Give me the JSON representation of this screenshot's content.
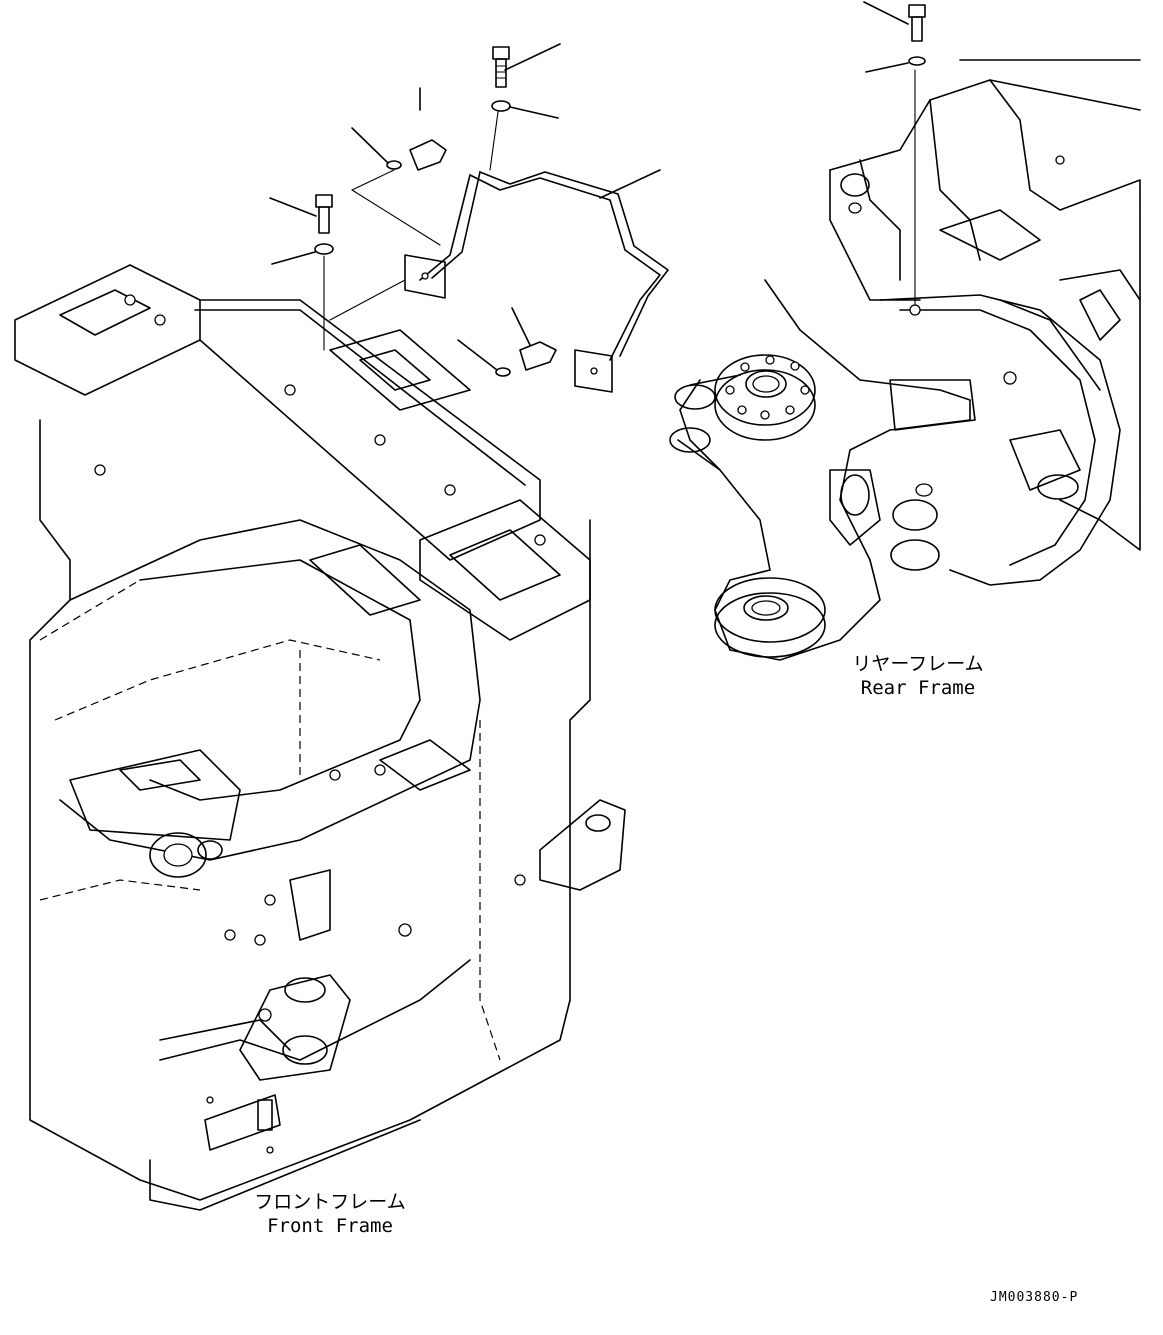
{
  "labels": {
    "front_frame_jp": "フロントフレーム",
    "front_frame_en": "Front Frame",
    "rear_frame_jp": "リヤーフレーム",
    "rear_frame_en": "Rear Frame"
  },
  "drawing_code": "JM003880-P"
}
